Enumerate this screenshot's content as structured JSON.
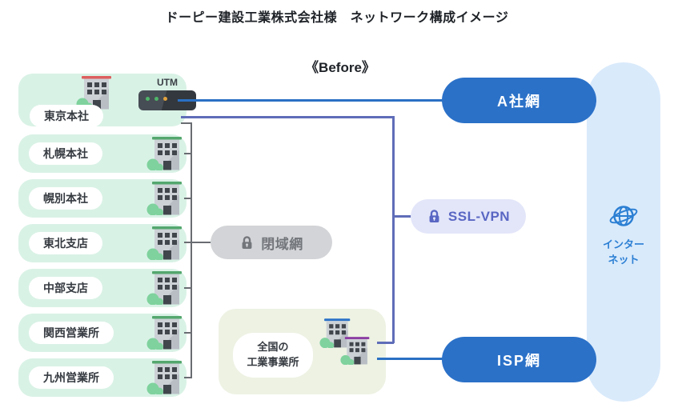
{
  "title": "ドーピー建設工業株式会社様　ネットワーク構成イメージ",
  "phase_label": "《Before》",
  "headquarters": {
    "label": "東京本社",
    "utm_label": "UTM"
  },
  "branches": [
    "札幌本社",
    "幌別本社",
    "東北支店",
    "中部支店",
    "関西営業所",
    "九州営業所"
  ],
  "plants": {
    "line1": "全国の",
    "line2": "工業事業所"
  },
  "networks": {
    "closed_network": "閉域網",
    "ssl_vpn": "SSL-VPN",
    "company_a": "A社網",
    "isp": "ISP網",
    "internet_line1": "インター",
    "internet_line2": "ネット"
  },
  "colors": {
    "site_box": "#d9f2e6",
    "blue_pill": "#2b71c8",
    "blue_line": "#2a70c4",
    "slate_line": "#5f6db8",
    "gray_line": "#696d72",
    "closed_pill_bg": "#d2d4d7",
    "closed_pill_text": "#73767b",
    "vpn_pill_bg": "#e3e6f9",
    "vpn_pill_text": "#5966c3",
    "internet_bg": "#d9eafb",
    "internet_text": "#2b7fd3",
    "plants_box": "#edf2e3"
  }
}
